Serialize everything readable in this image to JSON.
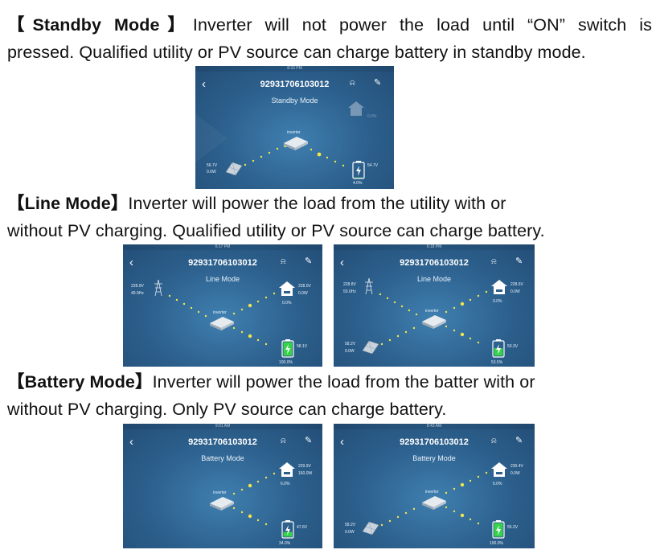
{
  "sections": [
    {
      "heading": "【Standby Mode】",
      "line1": "Inverter will not power the load until “ON” switch is",
      "line2": "pressed. Qualified utility or PV source can charge battery in standby mode."
    },
    {
      "heading": "【Line Mode】",
      "line1": "Inverter will power the load from the utility with or",
      "line2": "without PV charging. Qualified utility or PV source can charge battery."
    },
    {
      "heading": "【Battery Mode】",
      "line1": "Inverter will power the load from the batter with or",
      "line2": "without PV charging. Only PV source can charge battery."
    }
  ],
  "screens": [
    {
      "time": "8:33 PM",
      "device_id": "92931706103012",
      "mode": "Standby Mode",
      "labels": {
        "load_pct": "0.0%",
        "pv_v": "56.7V",
        "pv_w": "0.0W",
        "battery_v": "54.7V",
        "battery_pct": "4.0%",
        "inverter": "inverter"
      },
      "battery_level": 0.04
    },
    {
      "time": "6:17 PM",
      "device_id": "92931706103012",
      "mode": "Line Mode",
      "labels": {
        "grid_v": "228.9V",
        "grid_hz": "49.9Hz",
        "load_v": "228.0V",
        "load_w": "0.0W",
        "load_pct": "0.0%",
        "battery_v": "58.1V",
        "battery_pct": "100.0%",
        "inverter": "inverter"
      },
      "battery_level": 1.0
    },
    {
      "time": "6:18 PM",
      "device_id": "92931706103012",
      "mode": "Line Mode",
      "labels": {
        "grid_v": "228.8V",
        "grid_hz": "50.0Hz",
        "load_v": "228.6V",
        "load_w": "0.0W",
        "load_pct": "0.0%",
        "pv_v": "58.2V",
        "pv_w": "0.0W",
        "battery_v": "50.3V",
        "battery_pct": "53.5%",
        "inverter": "inverter"
      },
      "battery_level": 0.535
    },
    {
      "time": "9:01 AM",
      "device_id": "92931706103012",
      "mode": "Battery Mode",
      "labels": {
        "load_v": "229.9V",
        "load_w": "160.0W",
        "load_pct": "6.0%",
        "battery_v": "47.6V",
        "battery_pct": "34.0%",
        "inverter": "inverter"
      },
      "battery_level": 0.34
    },
    {
      "time": "8:43 AM",
      "device_id": "92931706103012",
      "mode": "Battery Mode",
      "labels": {
        "load_v": "230.4V",
        "load_w": "0.0W",
        "load_pct": "6.0%",
        "pv_v": "58.2V",
        "pv_w": "0.0W",
        "battery_v": "55.2V",
        "battery_pct": "100.0%",
        "inverter": "inverter"
      },
      "battery_level": 1.0
    }
  ],
  "colors": {
    "text": "#111111",
    "screen_bg": "#2c5f8c",
    "flow_dot": "#f2e64a",
    "battery_fill": "#35d24a"
  },
  "icons": [
    "back-chevron-icon",
    "bell-icon",
    "edit-icon",
    "inverter-icon",
    "solar-panel-icon",
    "battery-icon",
    "utility-tower-icon",
    "home-icon"
  ]
}
